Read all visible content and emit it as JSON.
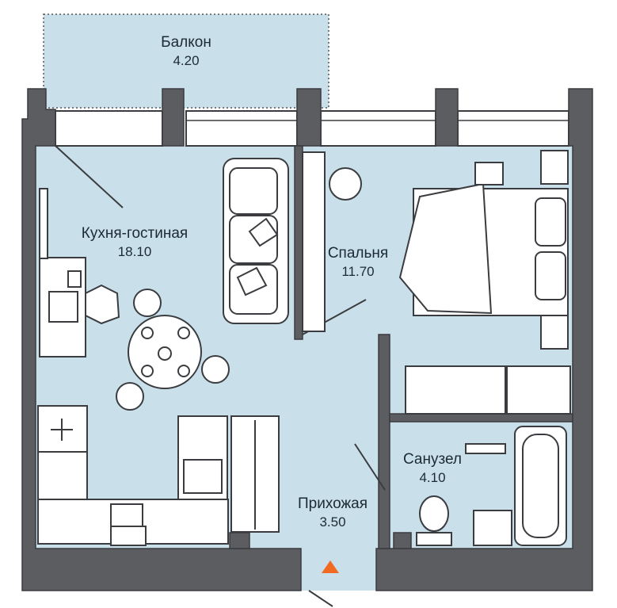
{
  "plan": {
    "colors": {
      "floor": "#c9dfea",
      "wall": "#5b5d61",
      "wall_outline": "#3a3c40",
      "furniture_line": "#3a3c40",
      "furniture_fill": "#ffffff",
      "entrance": "#f26a21",
      "label": "#1c2b33"
    },
    "rooms": [
      {
        "id": "balcony",
        "name": "Балкон",
        "area": "4.20"
      },
      {
        "id": "kitchen",
        "name": "Кухня-гостиная",
        "area": "18.10"
      },
      {
        "id": "bedroom",
        "name": "Спальня",
        "area": "11.70"
      },
      {
        "id": "bathroom",
        "name": "Санузел",
        "area": "4.10"
      },
      {
        "id": "hallway",
        "name": "Прихожая",
        "area": "3.50"
      }
    ],
    "entrance_icon": "triangle-up-icon"
  }
}
